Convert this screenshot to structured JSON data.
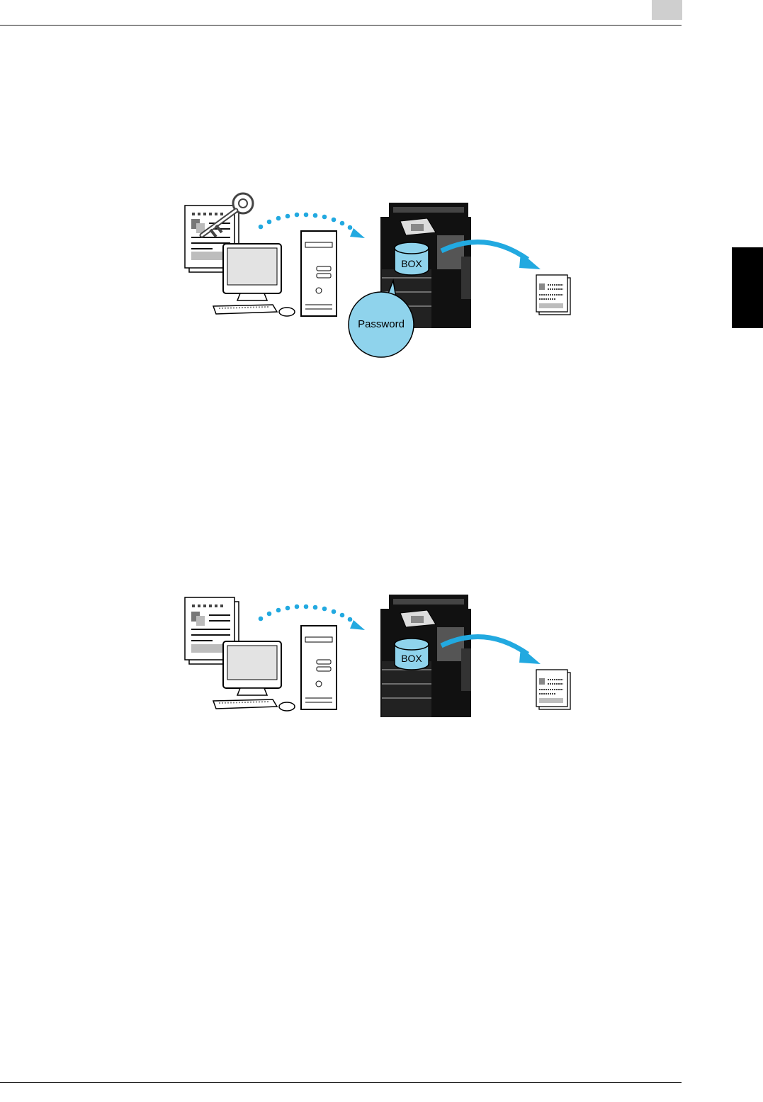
{
  "header": {
    "page_number_box": ""
  },
  "figures": [
    {
      "id": "figure-1",
      "box_label": "BOX",
      "bubble_label": "Password",
      "has_key": true
    },
    {
      "id": "figure-2",
      "box_label": "BOX",
      "has_key": false
    }
  ],
  "colors": {
    "storage_fill": "#8fd3ec",
    "flow_arrow": "#22a9e0",
    "dots": "#22a9e0",
    "tab": "#000000"
  }
}
